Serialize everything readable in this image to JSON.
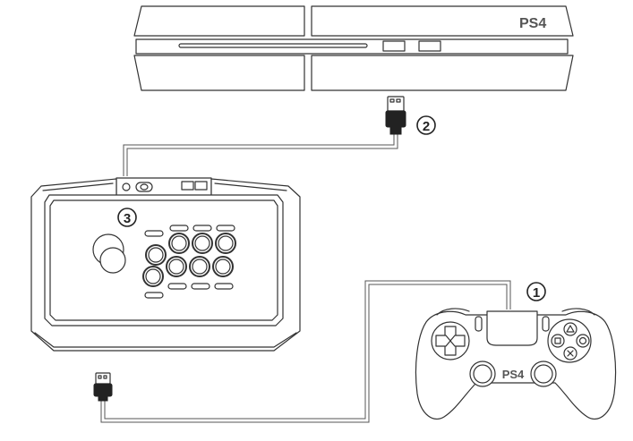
{
  "console": {
    "brand": "PS4"
  },
  "controller": {
    "brand": "PS4"
  },
  "steps": {
    "step1": "1",
    "step2": "2",
    "step3": "3"
  },
  "colors": {
    "line": "#333333",
    "cable": "#555555",
    "background": "#ffffff"
  },
  "icons": [
    "usb-plug-icon",
    "triangle-icon",
    "circle-icon",
    "square-icon",
    "cross-icon",
    "d-pad-icon"
  ]
}
